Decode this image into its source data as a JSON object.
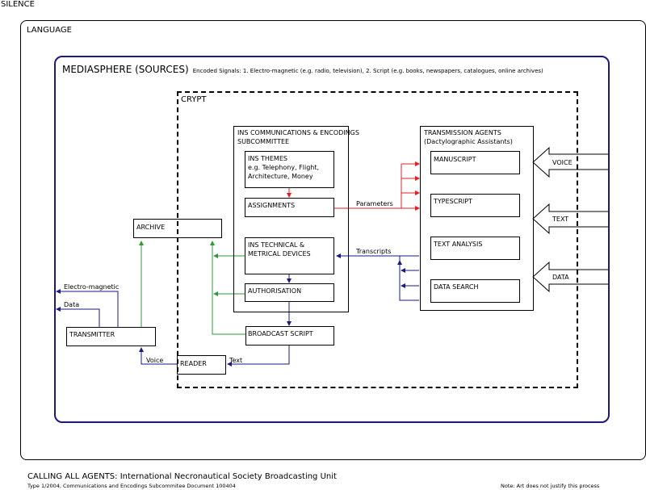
{
  "silence": "SILENCE",
  "language": "LANGUAGE",
  "mediasphere": {
    "title": "MEDIASPHERE (SOURCES)",
    "subtitle": "Encoded Signals: 1. Electro-magnetic (e.g. radio, television), 2. Script (e.g. books, newspapers, catalogues, online archives)"
  },
  "crypt": "CRYPT",
  "ins_committee": {
    "line1": "INS COMMUNICATIONS & ENCODINGS",
    "line2": "SUBCOMMITTEE"
  },
  "ins_themes": {
    "line1": "INS THEMES",
    "line2": "e.g. Telephony, Flight,",
    "line3": "Architecture, Money"
  },
  "assignments": "ASSIGNMENTS",
  "ins_technical": {
    "line1": "INS TECHNICAL &",
    "line2": "METRICAL DEVICES"
  },
  "authorisation": "AUTHORISATION",
  "broadcast_script": "BROADCAST SCRIPT",
  "archive": "ARCHIVE",
  "transmitter": "TRANSMITTER",
  "reader": "READER",
  "transmission_agents": {
    "line1": "TRANSMISSION AGENTS",
    "line2": "(Dactylographic Assistants)"
  },
  "manuscript": "MANUSCRIPT",
  "typescript": "TYPESCRIPT",
  "text_analysis": "TEXT ANALYSIS",
  "data_search": "DATA SEARCH",
  "inputs": {
    "voice": "VOICE",
    "text": "TEXT",
    "data": "DATA"
  },
  "labels": {
    "parameters": "Parameters",
    "transcripts": "Transcripts",
    "electro_magnetic": "Electro-magnetic",
    "data": "Data",
    "voice": "Voice",
    "text": "Text"
  },
  "colors": {
    "red": "#e02020",
    "green": "#2e9a3a",
    "blue": "#1a1a80",
    "black": "#000000"
  },
  "footer": {
    "title": "CALLING ALL AGENTS: International Necronautical Society Broadcasting Unit",
    "subtitle": "Type 1/2004, Communications and Encodings Subcommitee Document 100404",
    "note": "Note: Art does not justify this process"
  }
}
